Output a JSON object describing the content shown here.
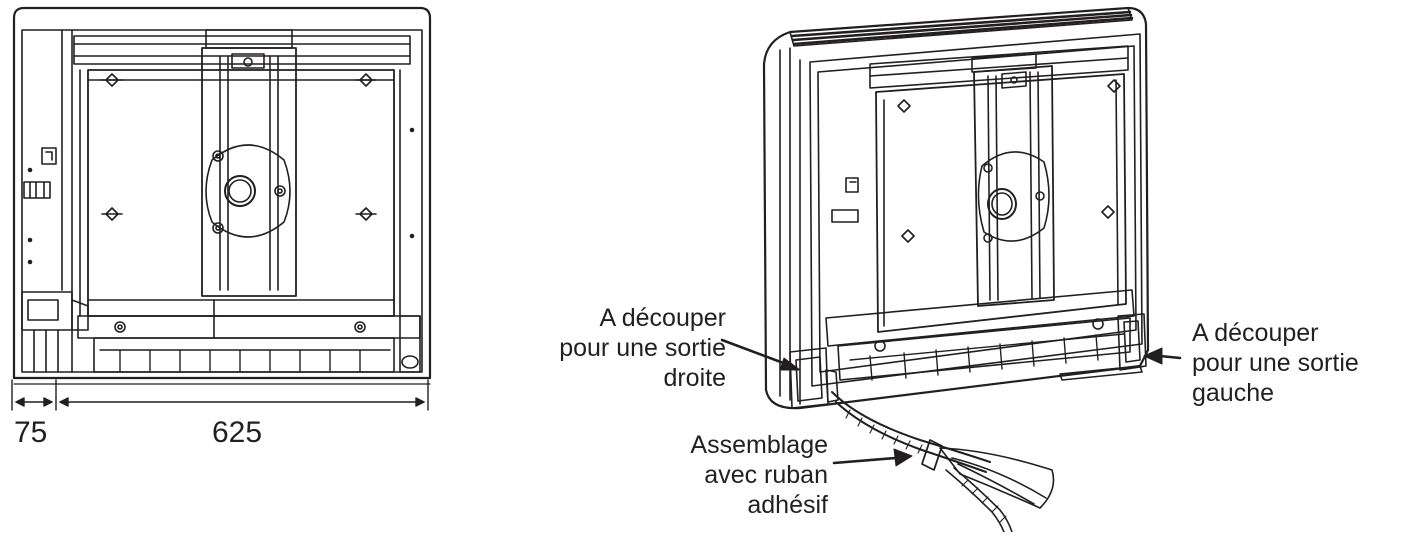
{
  "dimensions": {
    "left_width": "75",
    "main_width": "625"
  },
  "labels": {
    "cut_right": [
      "A découper",
      "pour une sortie",
      "droite"
    ],
    "cut_left": [
      "A découper",
      "pour une sortie",
      "gauche"
    ],
    "tape": [
      "Assemblage",
      "avec ruban",
      "adhésif"
    ]
  },
  "colors": {
    "line": "#231f20",
    "background": "#ffffff"
  }
}
